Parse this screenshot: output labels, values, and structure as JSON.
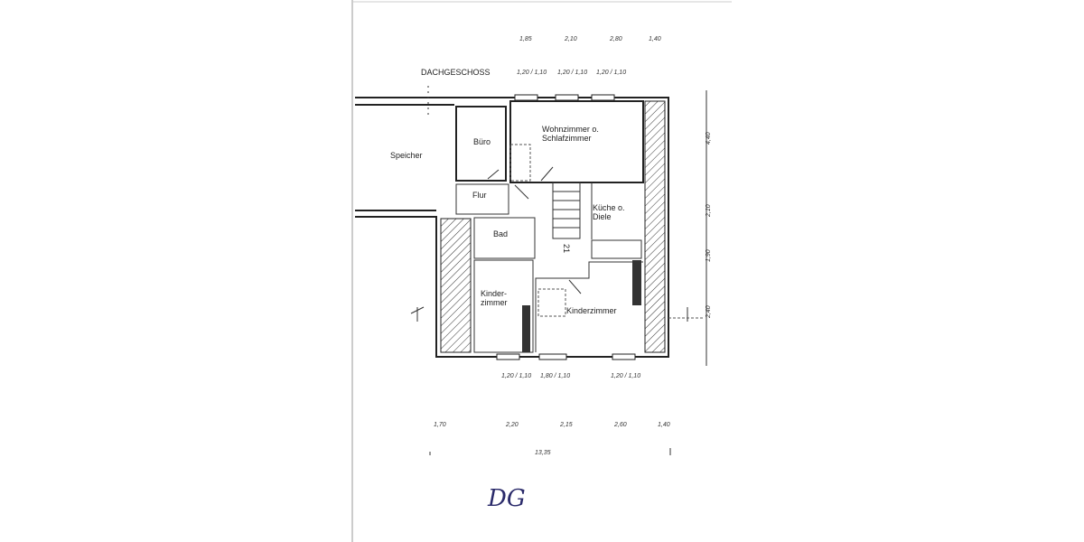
{
  "plan": {
    "title": "DACHGESCHOSS",
    "rooms": {
      "speicher": "Speicher",
      "buero": "Büro",
      "wohnzimmer_1": "Wohnzimmer o.",
      "wohnzimmer_2": "Schlafzimmer",
      "flur": "Flur",
      "kueche_1": "Küche o.",
      "kueche_2": "Diele",
      "bad": "Bad",
      "kinder_left_1": "Kinder-",
      "kinder_left_2": "zimmer",
      "kinder_right": "Kinderzimmer",
      "stairs": "21"
    },
    "dimensions": {
      "top_chain": [
        "1,85",
        "2,10",
        "2,80",
        "1,40"
      ],
      "top_windows": [
        "1,20 / 1,10",
        "1,20 / 1,10",
        "1,20 / 1,10"
      ],
      "bottom_windows": [
        "1,20 / 1,10",
        "1,80 / 1,10",
        "1,20 / 1,10"
      ],
      "bottom_chain": [
        "1,70",
        "2,20",
        "2,15",
        "2,60",
        "1,40"
      ],
      "total": "13,35",
      "right_chain": [
        "4,40",
        "2,10",
        "1,90",
        "2,40"
      ]
    },
    "handwritten_note": "DG"
  }
}
